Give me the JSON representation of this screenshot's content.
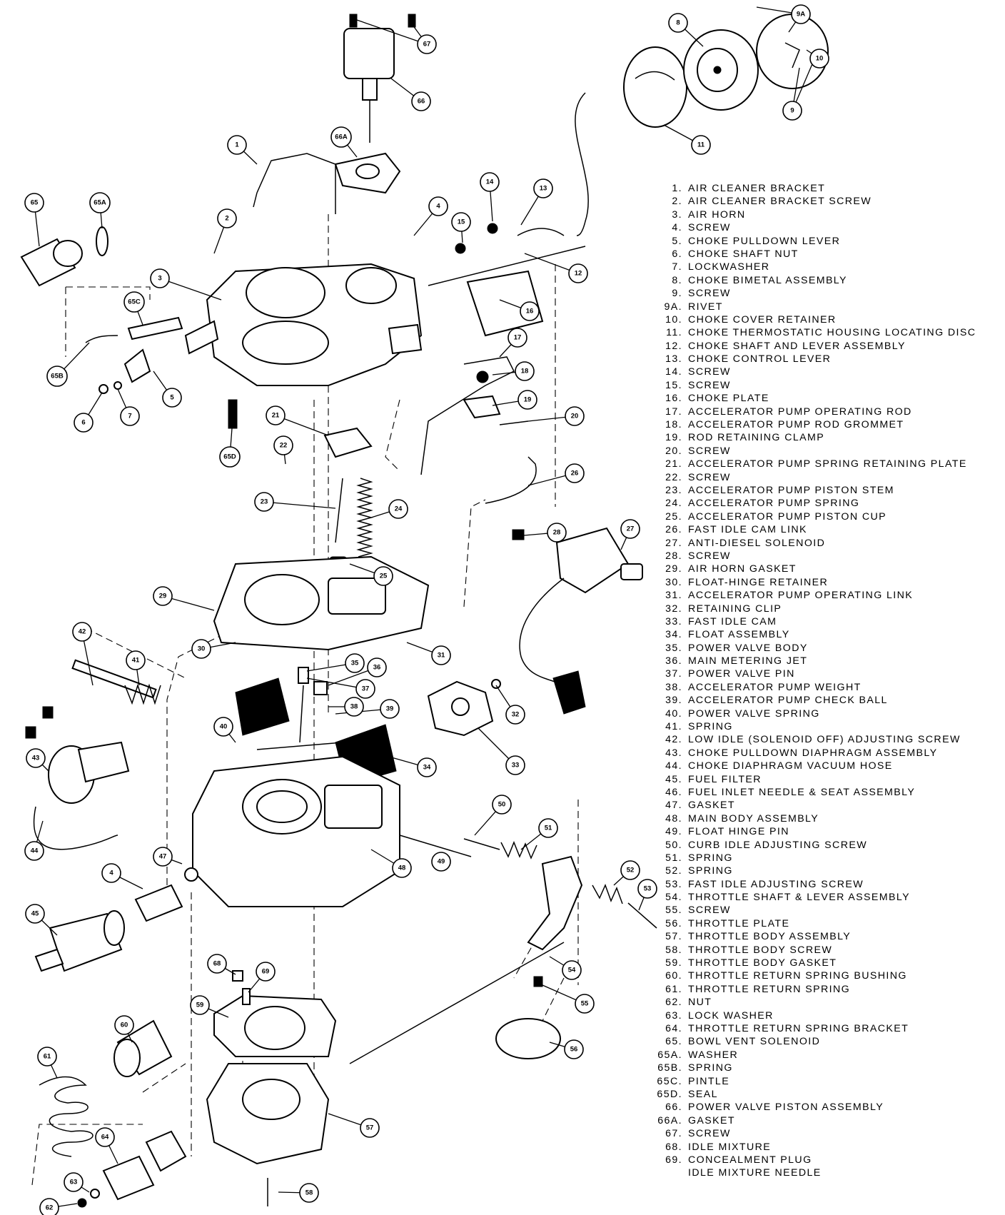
{
  "diagram": {
    "callouts": [
      "67",
      "66",
      "66A",
      "8",
      "9A",
      "10",
      "9",
      "11",
      "1",
      "65",
      "65A",
      "2",
      "4",
      "14",
      "13",
      "15",
      "12",
      "3",
      "65C",
      "16",
      "65B",
      "5",
      "6",
      "7",
      "17",
      "18",
      "19",
      "20",
      "21",
      "22",
      "65D",
      "23",
      "24",
      "25",
      "26",
      "28",
      "27",
      "29",
      "42",
      "41",
      "30",
      "35",
      "36",
      "31",
      "37",
      "38",
      "39",
      "32",
      "40",
      "34",
      "33",
      "43",
      "44",
      "47",
      "4",
      "48",
      "49",
      "50",
      "51",
      "52",
      "53",
      "45",
      "54",
      "55",
      "68",
      "69",
      "60",
      "59",
      "56",
      "61",
      "64",
      "57",
      "63",
      "62",
      "58"
    ]
  },
  "legend": {
    "items": [
      {
        "num": "1.",
        "label": "AIR CLEANER BRACKET"
      },
      {
        "num": "2.",
        "label": "AIR CLEANER BRACKET SCREW"
      },
      {
        "num": "3.",
        "label": "AIR HORN"
      },
      {
        "num": "4.",
        "label": "SCREW"
      },
      {
        "num": "5.",
        "label": "CHOKE PULLDOWN LEVER"
      },
      {
        "num": "6.",
        "label": "CHOKE SHAFT NUT"
      },
      {
        "num": "7.",
        "label": "LOCKWASHER"
      },
      {
        "num": "8.",
        "label": "CHOKE BIMETAL ASSEMBLY"
      },
      {
        "num": "9.",
        "label": "SCREW"
      },
      {
        "num": "9A.",
        "label": "RIVET"
      },
      {
        "num": "10.",
        "label": "CHOKE COVER RETAINER"
      },
      {
        "num": "11.",
        "label": "CHOKE THERMOSTATIC HOUSING LOCATING DISC"
      },
      {
        "num": "12.",
        "label": "CHOKE SHAFT AND LEVER ASSEMBLY"
      },
      {
        "num": "13.",
        "label": "CHOKE CONTROL LEVER"
      },
      {
        "num": "14.",
        "label": "SCREW"
      },
      {
        "num": "15.",
        "label": "SCREW"
      },
      {
        "num": "16.",
        "label": "CHOKE PLATE"
      },
      {
        "num": "17.",
        "label": "ACCELERATOR PUMP OPERATING ROD"
      },
      {
        "num": "18.",
        "label": "ACCELERATOR PUMP ROD GROMMET"
      },
      {
        "num": "19.",
        "label": "ROD RETAINING CLAMP"
      },
      {
        "num": "20.",
        "label": "SCREW"
      },
      {
        "num": "21.",
        "label": "ACCELERATOR PUMP SPRING RETAINING PLATE"
      },
      {
        "num": "22.",
        "label": "SCREW"
      },
      {
        "num": "23.",
        "label": "ACCELERATOR PUMP PISTON STEM"
      },
      {
        "num": "24.",
        "label": "ACCELERATOR PUMP SPRING"
      },
      {
        "num": "25.",
        "label": "ACCELERATOR PUMP PISTON CUP"
      },
      {
        "num": "26.",
        "label": "FAST IDLE CAM LINK"
      },
      {
        "num": "27.",
        "label": "ANTI-DIESEL SOLENOID"
      },
      {
        "num": "28.",
        "label": "SCREW"
      },
      {
        "num": "29.",
        "label": "AIR HORN GASKET"
      },
      {
        "num": "30.",
        "label": "FLOAT-HINGE RETAINER"
      },
      {
        "num": "31.",
        "label": "ACCELERATOR PUMP OPERATING LINK"
      },
      {
        "num": "32.",
        "label": "RETAINING CLIP"
      },
      {
        "num": "33.",
        "label": "FAST IDLE CAM"
      },
      {
        "num": "34.",
        "label": "FLOAT ASSEMBLY"
      },
      {
        "num": "35.",
        "label": "POWER VALVE BODY"
      },
      {
        "num": "36.",
        "label": "MAIN METERING JET"
      },
      {
        "num": "37.",
        "label": "POWER VALVE PIN"
      },
      {
        "num": "38.",
        "label": "ACCELERATOR PUMP WEIGHT"
      },
      {
        "num": "39.",
        "label": "ACCELERATOR PUMP CHECK BALL"
      },
      {
        "num": "40.",
        "label": "POWER VALVE SPRING"
      },
      {
        "num": "41.",
        "label": "SPRING"
      },
      {
        "num": "42.",
        "label": "LOW IDLE (SOLENOID OFF) ADJUSTING SCREW"
      },
      {
        "num": "43.",
        "label": "CHOKE PULLDOWN DIAPHRAGM ASSEMBLY"
      },
      {
        "num": "44.",
        "label": "CHOKE DIAPHRAGM VACUUM HOSE"
      },
      {
        "num": "45.",
        "label": "FUEL FILTER"
      },
      {
        "num": "46.",
        "label": "FUEL INLET NEEDLE & SEAT ASSEMBLY"
      },
      {
        "num": "47.",
        "label": "GASKET"
      },
      {
        "num": "48.",
        "label": "MAIN BODY ASSEMBLY"
      },
      {
        "num": "49.",
        "label": "FLOAT HINGE PIN"
      },
      {
        "num": "50.",
        "label": "CURB IDLE ADJUSTING SCREW"
      },
      {
        "num": "51.",
        "label": "SPRING"
      },
      {
        "num": "52.",
        "label": "SPRING"
      },
      {
        "num": "53.",
        "label": "FAST IDLE ADJUSTING SCREW"
      },
      {
        "num": "54.",
        "label": "THROTTLE SHAFT & LEVER ASSEMBLY"
      },
      {
        "num": "55.",
        "label": "SCREW"
      },
      {
        "num": "56.",
        "label": "THROTTLE PLATE"
      },
      {
        "num": "57.",
        "label": "THROTTLE BODY ASSEMBLY"
      },
      {
        "num": "58.",
        "label": "THROTTLE BODY SCREW"
      },
      {
        "num": "59.",
        "label": "THROTTLE BODY GASKET"
      },
      {
        "num": "60.",
        "label": "THROTTLE RETURN SPRING BUSHING"
      },
      {
        "num": "61.",
        "label": "THROTTLE RETURN SPRING"
      },
      {
        "num": "62.",
        "label": "NUT"
      },
      {
        "num": "63.",
        "label": "LOCK WASHER"
      },
      {
        "num": "64.",
        "label": "THROTTLE RETURN SPRING BRACKET"
      },
      {
        "num": "65.",
        "label": "BOWL VENT SOLENOID"
      },
      {
        "num": "65A.",
        "label": "WASHER"
      },
      {
        "num": "65B.",
        "label": "SPRING"
      },
      {
        "num": "65C.",
        "label": "PINTLE"
      },
      {
        "num": "65D.",
        "label": "SEAL"
      },
      {
        "num": "66.",
        "label": "POWER VALVE PISTON ASSEMBLY"
      },
      {
        "num": "66A.",
        "label": "GASKET"
      },
      {
        "num": "67.",
        "label": "SCREW"
      },
      {
        "num": "68.",
        "label": "IDLE MIXTURE"
      },
      {
        "num": "69.",
        "label": "CONCEALMENT PLUG"
      },
      {
        "num": "",
        "label": "IDLE MIXTURE NEEDLE"
      }
    ]
  }
}
